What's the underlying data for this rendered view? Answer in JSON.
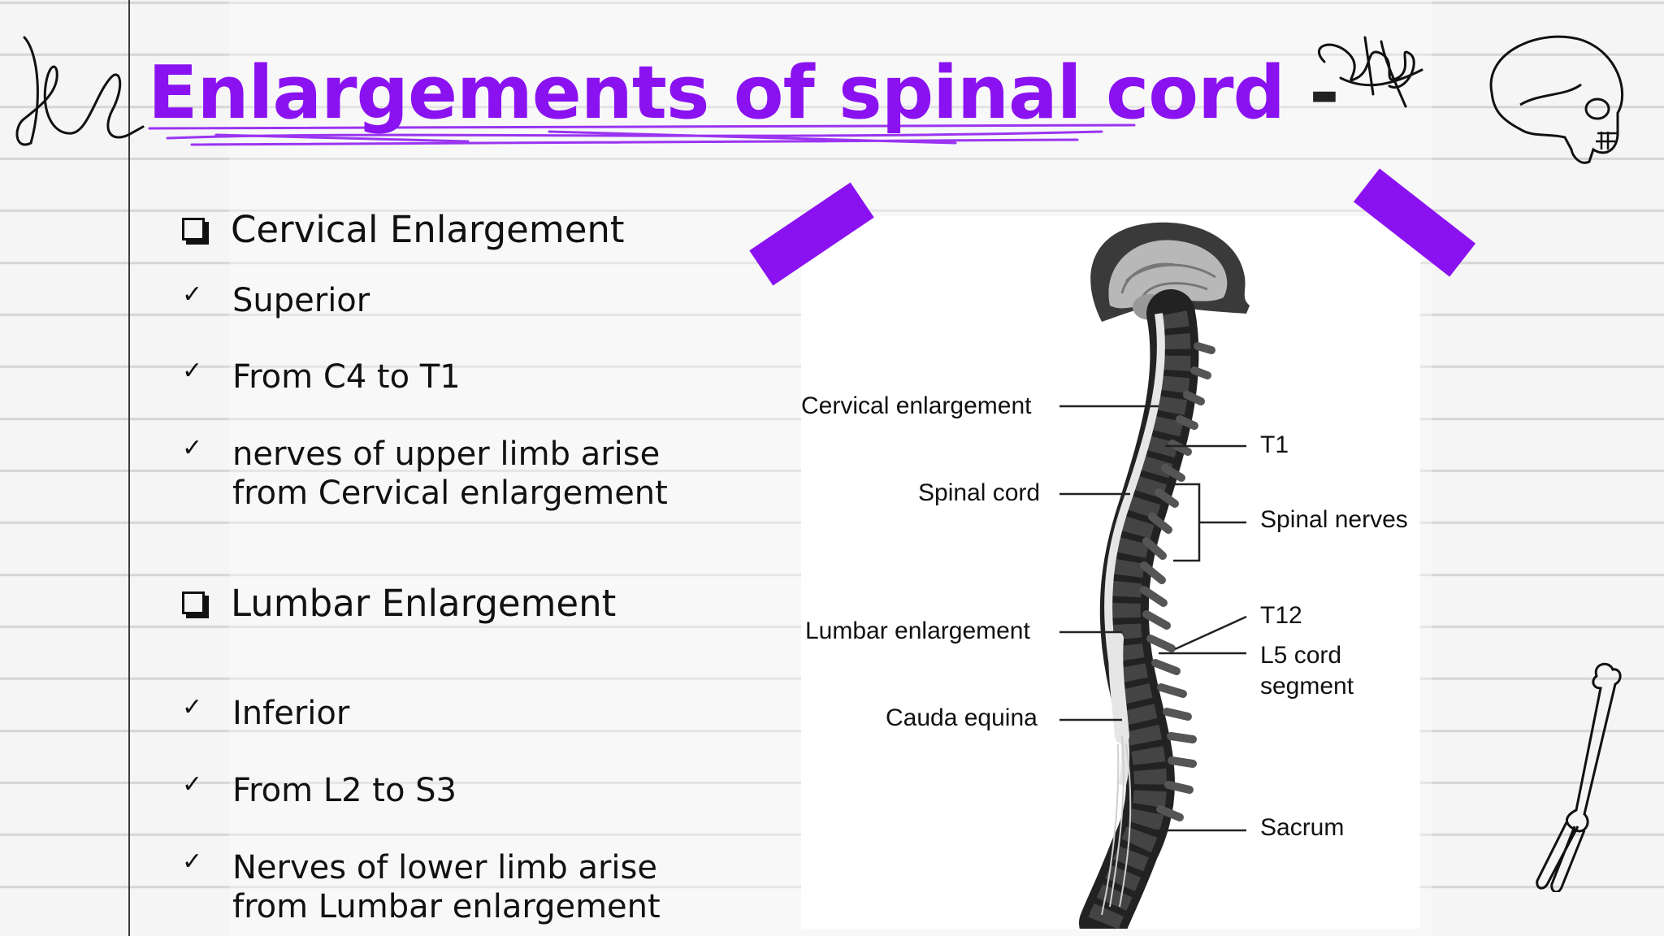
{
  "slide": {
    "title": "Enlargements of spinal cord",
    "title_dash": "-",
    "accent_color": "#8a12f0",
    "sections": [
      {
        "heading": "Cervical Enlargement",
        "points": [
          "Superior",
          "From C4 to T1",
          "nerves of upper limb arise",
          "from Cervical enlargement"
        ]
      },
      {
        "heading": "Lumbar Enlargement",
        "points": [
          "Inferior",
          "From L2 to S3",
          "Nerves of lower limb arise",
          "from Lumbar enlargement"
        ]
      }
    ]
  },
  "diagram": {
    "labels_left": [
      "Cervical enlargement",
      "Spinal cord",
      "Lumbar enlargement",
      "Cauda equina"
    ],
    "labels_right": [
      "T1",
      "Spinal nerves",
      "T12",
      "L5 cord",
      "segment",
      "Sacrum"
    ]
  },
  "icons": {
    "bullet_square": "square-bullet-icon",
    "bullet_check": "check-icon",
    "decorations": [
      "signature-scribble-icon",
      "skull-icon",
      "bone-icon",
      "knot-scribble-icon"
    ]
  }
}
